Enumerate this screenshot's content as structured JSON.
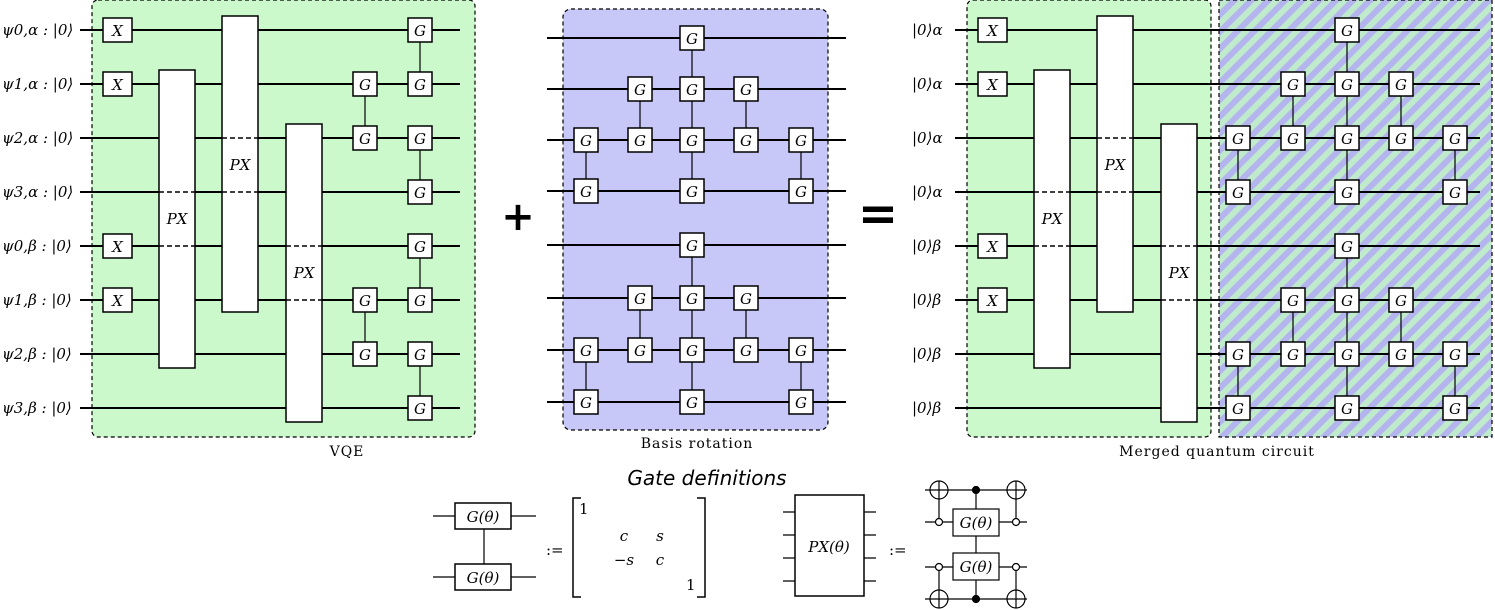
{
  "diagram": {
    "vqe": {
      "caption": "VQE",
      "qubit_labels": [
        "ψ0,α : |0⟩",
        "ψ1,α : |0⟩",
        "ψ2,α : |0⟩",
        "ψ3,α : |0⟩",
        "ψ0,β : |0⟩",
        "ψ1,β : |0⟩",
        "ψ2,β : |0⟩",
        "ψ3,β : |0⟩"
      ]
    },
    "basis_rotation": {
      "caption": "Basis rotation"
    },
    "merged": {
      "caption": "Merged quantum circuit",
      "qubit_labels": [
        "|0⟩α",
        "|0⟩α",
        "|0⟩α",
        "|0⟩α",
        "|0⟩β",
        "|0⟩β",
        "|0⟩β",
        "|0⟩β"
      ]
    },
    "operators": {
      "plus": "+",
      "equals": "="
    },
    "gate_labels": {
      "x": "X",
      "g": "G",
      "px": "PX"
    },
    "colors": {
      "vqe_bg": "#ccf9cc",
      "basis_bg": "#c8c8f8",
      "stripe_a": "#bfeacb",
      "stripe_b": "#b4b4ee"
    },
    "definitions": {
      "title": "Gate definitions",
      "g_theta": "G(θ)",
      "px_theta": "PX(θ)",
      "assign": ":=",
      "matrix": {
        "top_left": "1",
        "c": "c",
        "s": "s",
        "neg_s": "−s",
        "c2": "c",
        "bottom_right": "1"
      }
    }
  }
}
